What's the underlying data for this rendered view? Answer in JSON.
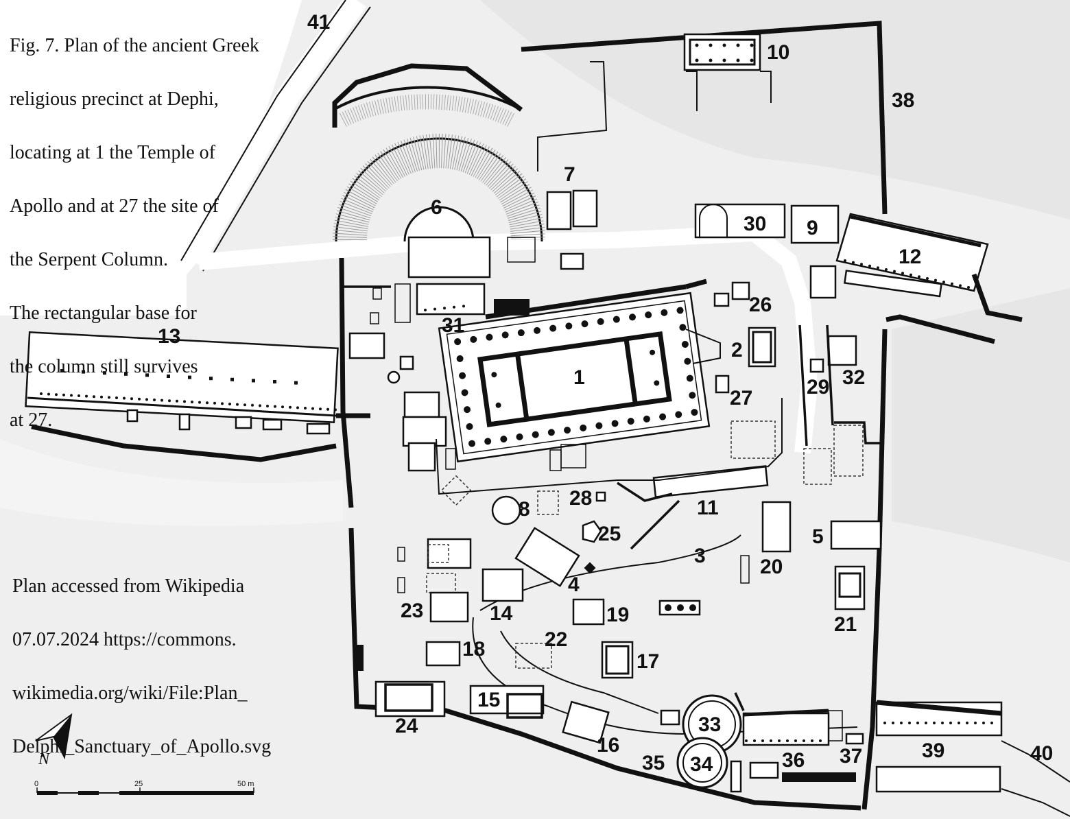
{
  "caption": "Fig. 7. Plan of the ancient Greek religious precinct at Dephi, locating at 1 the Temple of Apollo and at 27 the site of the Serpent Column. The rectangular base for the column still survives at 27.",
  "caption_lines": [
    "Fig. 7. Plan of the ancient Greek",
    "religious precinct at Dephi,",
    "locating at 1 the Temple of",
    "Apollo and at 27 the site of",
    "the Serpent Column.",
    "The rectangular base for",
    "the column still survives",
    "at 27."
  ],
  "source_lines": [
    "Plan accessed from Wikipedia",
    "07.07.2024 https://commons.",
    "wikimedia.org/wiki/File:Plan_",
    "Delphi_Sanctuary_of_Apollo.svg"
  ],
  "labels": [
    "1",
    "2",
    "3",
    "4",
    "5",
    "6",
    "7",
    "8",
    "9",
    "10",
    "11",
    "12",
    "13",
    "14",
    "15",
    "16",
    "17",
    "18",
    "19",
    "20",
    "21",
    "22",
    "23",
    "24",
    "25",
    "26",
    "27",
    "28",
    "29",
    "30",
    "31",
    "32",
    "33",
    "34",
    "35",
    "36",
    "37",
    "38",
    "39",
    "40",
    "41"
  ],
  "north_label": "N",
  "scale": {
    "ticks": [
      "0",
      "25",
      "50 m"
    ]
  },
  "colors": {
    "terrain_light": "#efefef",
    "terrain_mid": "#e2e2e2",
    "ink": "#111111"
  }
}
